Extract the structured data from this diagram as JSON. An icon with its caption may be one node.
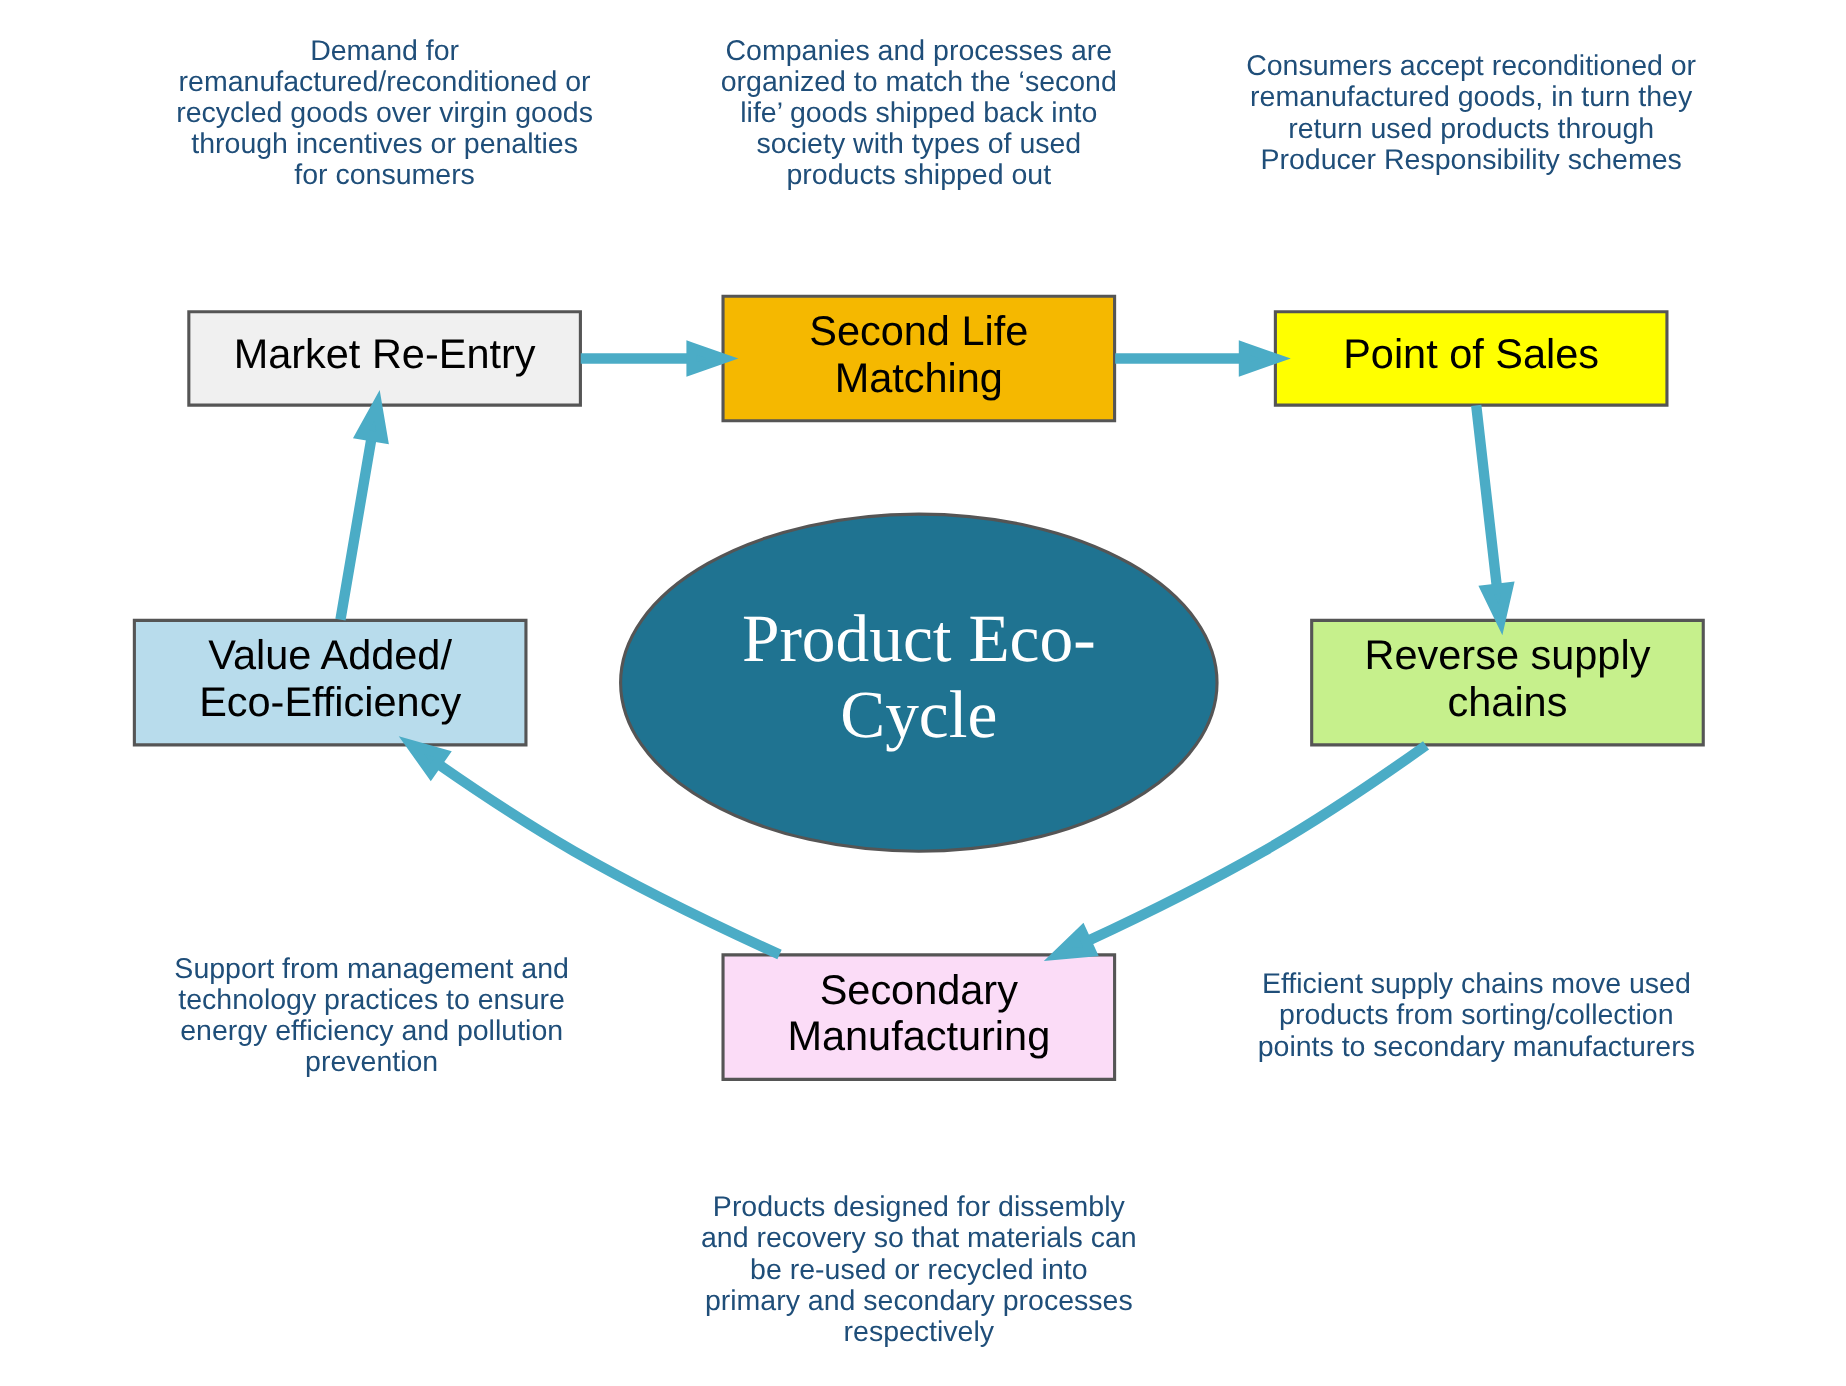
{
  "diagram": {
    "nodes": [
      {
        "text": [
          "Second Life Matching"
        ]
      },
      {
        "text": [
          "Point of Sales"
        ]
      },
      {
        "text": [
          "Reverse supply chains"
        ]
      },
      {
        "text": [
          "Secondary Manufacturing"
        ]
      },
      {
        "text": [
          "Value Added/ Eco-Efficiency"
        ]
      },
      {
        "text": [
          "Market Re-Entry"
        ]
      },
      {
        "text": [
          "Product Eco-Cycle"
        ]
      }
    ],
    "edges": [
      {
        "from": 5,
        "to": 0,
        "arrow": "to"
      },
      {
        "from": 0,
        "to": 1,
        "arrow": "to"
      },
      {
        "from": 1,
        "to": 2,
        "arrow": "to"
      },
      {
        "from": 2,
        "to": 3,
        "arrow": "to"
      },
      {
        "from": 3,
        "to": 4,
        "arrow": "to"
      },
      {
        "from": 4,
        "to": 5,
        "arrow": "to"
      }
    ],
    "labels": [
      "Companies and processes are organized to match the ‘second life’ goods shipped back into society with types of used products shipped out",
      "Demand for remanufactured/reconditioned or recycled goods over virgin goods through incentives or penalties for consumers",
      "Consumers accept reconditioned or remanufactured goods, in turn they return used products through Producer Responsibility schemes",
      "Efficient supply chains move used products from sorting/collection points to secondary manufacturers",
      "Support from management and technology practices to ensure energy efficiency and pollution prevention",
      "Products designed for dissembly and recovery so that materials can be re-used or recycled into primary and secondary processes respectively"
    ]
  }
}
